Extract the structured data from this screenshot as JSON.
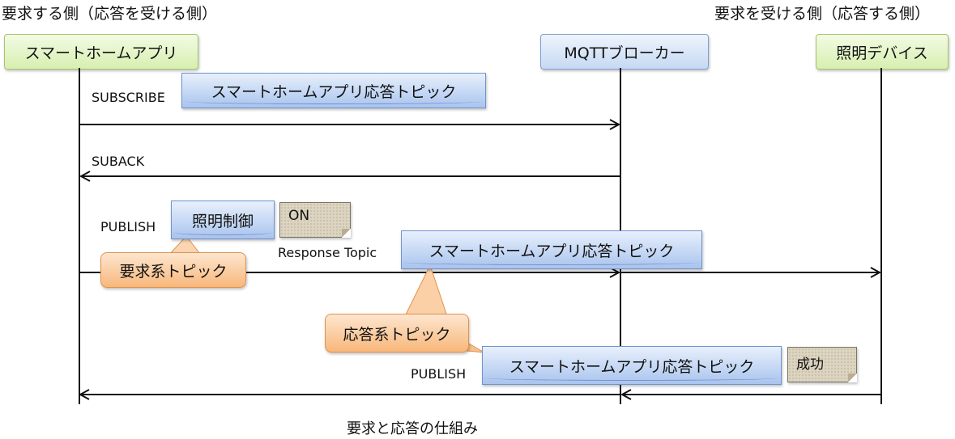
{
  "sides": {
    "requester": "要求する側（応答を受ける側）",
    "responder": "要求を受ける側（応答する側）"
  },
  "actors": {
    "app": "スマートホームアプリ",
    "broker": "MQTTブローカー",
    "device": "照明デバイス"
  },
  "messages": {
    "subscribe": {
      "label": "SUBSCRIBE",
      "topic": "スマートホームアプリ応答トピック"
    },
    "suback": {
      "label": "SUBACK"
    },
    "publish_request": {
      "label": "PUBLISH",
      "topic": "照明制御",
      "payload": "ON",
      "response_topic_label": "Response Topic",
      "response_topic": "スマートホームアプリ応答トピック"
    },
    "publish_response": {
      "label": "PUBLISH",
      "topic": "スマートホームアプリ応答トピック",
      "payload": "成功"
    }
  },
  "callouts": {
    "request_topic": "要求系トピック",
    "response_topic": "応答系トピック"
  },
  "caption": "要求と応答の仕組み",
  "colors": {
    "actor_green": "#d7efb0",
    "actor_blue": "#c6d9f3",
    "topic_blue": "#a9c4ee",
    "callout_orange": "#f8b77b",
    "note_beige": "#ddd5c2"
  }
}
